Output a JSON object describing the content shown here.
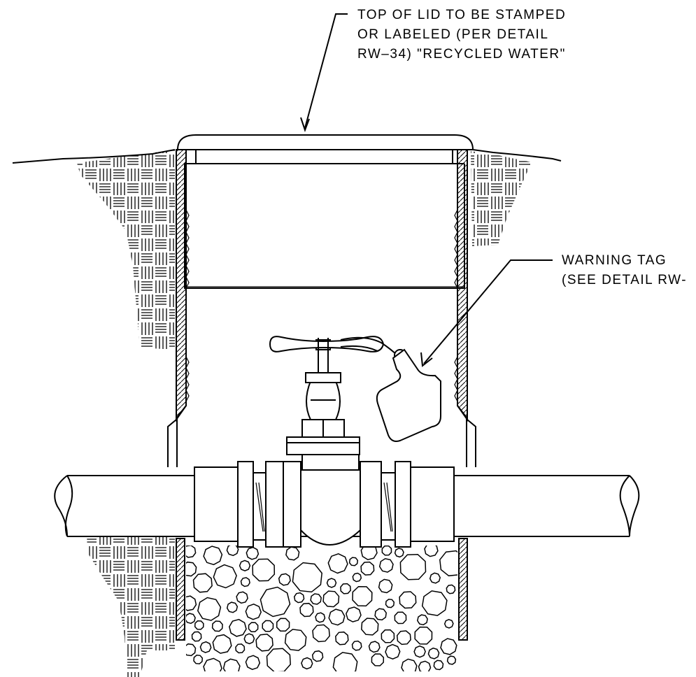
{
  "callouts": {
    "lid": {
      "line1": "TOP OF LID TO BE STAMPED",
      "line2": "OR LABELED (PER DETAIL",
      "line3": "RW–34) \"RECYCLED WATER\""
    },
    "tag": {
      "line1": "WARNING TAG",
      "line2": "(SEE DETAIL RW-"
    }
  },
  "colors": {
    "line": "#000000",
    "background": "#ffffff"
  }
}
